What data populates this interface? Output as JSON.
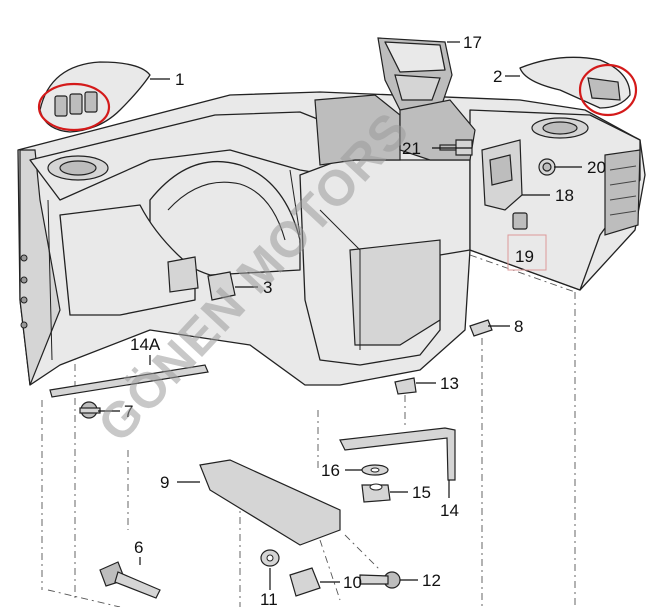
{
  "watermark": "GÖNEN MOTORS",
  "callouts": {
    "c1": "1",
    "c2": "2",
    "c3": "3",
    "c6": "6",
    "c7": "7",
    "c8": "8",
    "c9": "9",
    "c10": "10",
    "c11": "11",
    "c12": "12",
    "c13": "13",
    "c14": "14",
    "c14a": "14A",
    "c15": "15",
    "c16": "16",
    "c17": "17",
    "c18": "18",
    "c19": "19",
    "c20": "20",
    "c21": "21"
  },
  "colors": {
    "highlight": "#d41a1a",
    "watermark": "#9a9a9a",
    "part_fill": "#e9e9e9"
  }
}
